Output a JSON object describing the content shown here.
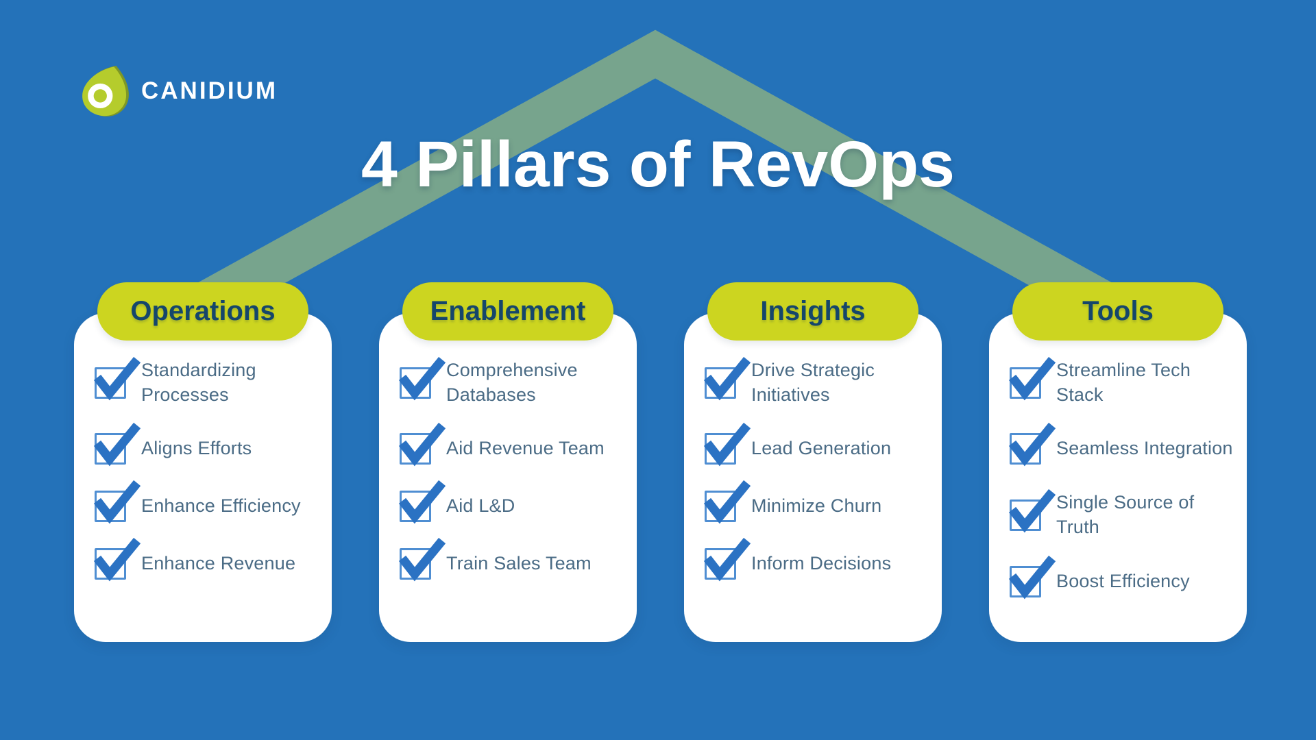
{
  "brand": {
    "name": "CANIDIUM"
  },
  "title": "4 Pillars of RevOps",
  "colors": {
    "background": "#2472b9",
    "roof": "#77a48d",
    "card": "#ffffff",
    "pill": "#ccd520",
    "pill_text": "#15466b",
    "title_text": "#ffffff",
    "brand_text": "#ffffff",
    "item_text": "#4a6b85",
    "checkbox_border": "#4f8ed2",
    "checkmark": "#2b72c3",
    "logo_leaf_light": "#b5cc2c",
    "logo_leaf_dark": "#7e9826",
    "logo_ring": "#ffffff"
  },
  "pillars": [
    {
      "label": "Operations",
      "items": [
        "Standardizing Processes",
        "Aligns Efforts",
        "Enhance Efficiency",
        "Enhance Revenue"
      ]
    },
    {
      "label": "Enablement",
      "items": [
        "Comprehensive Databases",
        "Aid Revenue Team",
        "Aid L&D",
        "Train Sales Team"
      ]
    },
    {
      "label": "Insights",
      "items": [
        "Drive Strategic Initiatives",
        "Lead Generation",
        "Minimize Churn",
        "Inform Decisions"
      ]
    },
    {
      "label": "Tools",
      "items": [
        "Streamline Tech Stack",
        "Seamless Integration",
        "Single Source of Truth",
        "Boost Efficiency"
      ]
    }
  ]
}
